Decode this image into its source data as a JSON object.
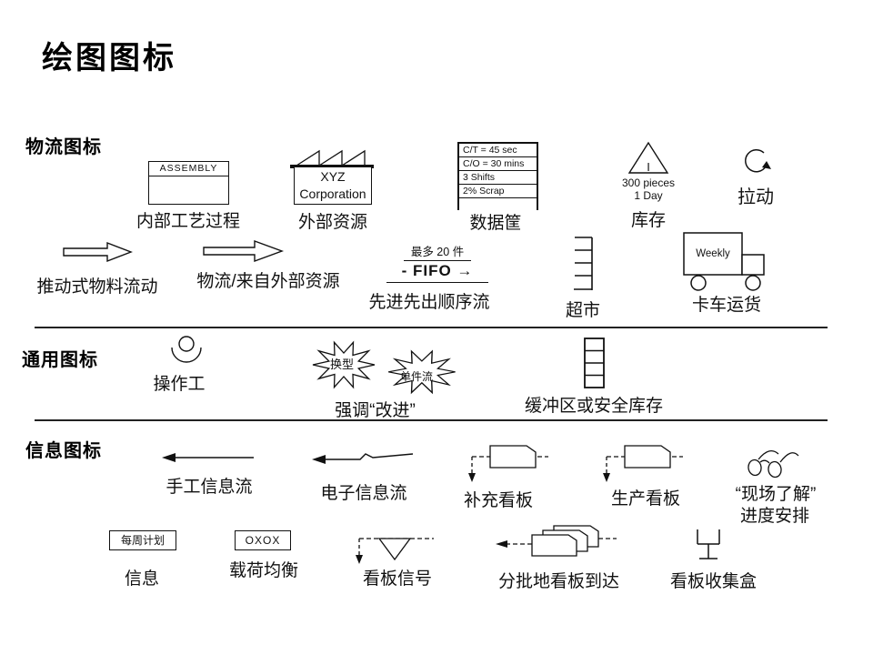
{
  "page": {
    "title": "绘图图标"
  },
  "logistics": {
    "heading": "物流图标",
    "process": {
      "box_text": "ASSEMBLY",
      "label": "内部工艺过程"
    },
    "outside_source": {
      "line1": "XYZ",
      "line2": "Corporation",
      "label": "外部资源"
    },
    "data_box": {
      "rows": [
        "C/T = 45 sec",
        "C/O = 30 mins",
        "3 Shifts",
        "2% Scrap"
      ],
      "label": "数据筐"
    },
    "inventory": {
      "symbol": "I",
      "qty": "300 pieces",
      "period": "1 Day",
      "label": "库存"
    },
    "pull": {
      "label": "拉动"
    },
    "push_flow": {
      "label": "推动式物料流动"
    },
    "external_flow": {
      "label": "物流/来自外部资源"
    },
    "fifo": {
      "max_text": "最多 20 件",
      "dash": "-",
      "word": "FIFO",
      "arrow": "→",
      "label": "先进先出顺序流"
    },
    "supermarket": {
      "label": "超市"
    },
    "truck": {
      "box_text": "Weekly",
      "label": "卡车运货"
    }
  },
  "general": {
    "heading": "通用图标",
    "operator": {
      "label": "操作工"
    },
    "kaizen": {
      "burst1": "换型",
      "burst2": "单件流",
      "label": "强调“改进”"
    },
    "buffer": {
      "label": "缓冲区或安全库存"
    }
  },
  "information": {
    "heading": "信息图标",
    "manual_flow": {
      "label": "手工信息流"
    },
    "electronic_flow": {
      "label": "电子信息流"
    },
    "withdrawal_kanban": {
      "label": "补充看板"
    },
    "production_kanban": {
      "label": "生产看板"
    },
    "go_see": {
      "line1": "“现场了解”",
      "line2": "进度安排"
    },
    "info": {
      "box_text": "每周计划",
      "label": "信息"
    },
    "load_leveling": {
      "box_text": "OXOX",
      "label": "载荷均衡"
    },
    "kanban_signal": {
      "label": "看板信号"
    },
    "batch_kanban": {
      "label": "分批地看板到达"
    },
    "kanban_post": {
      "label": "看板收集盒"
    }
  }
}
